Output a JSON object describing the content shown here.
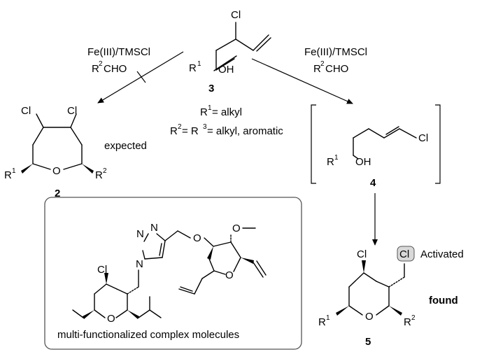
{
  "reagents": {
    "left_line1": "Fe(III)/TMSCl",
    "left_line2": "CHO",
    "right_line1": "Fe(III)/TMSCl",
    "right_line2": "CHO"
  },
  "substituents": {
    "r": "R",
    "sup1": "1",
    "sup2": "2",
    "sup3": "3",
    "r1_def": "= alkyl",
    "r2_def_eq": "= R",
    "r2_def_tail": "= alkyl, aromatic"
  },
  "atoms": {
    "cl": "Cl",
    "o": "O",
    "oh": "OH"
  },
  "compounds": {
    "c2": "2",
    "c3": "3",
    "c4": "4",
    "c5": "5"
  },
  "labels": {
    "expected": "expected",
    "found": "found",
    "activated": "Activated",
    "box_caption": "multi-functionalized complex molecules"
  },
  "colors": {
    "highlight_fill": "#d9d9d9",
    "box_border": "#555555"
  }
}
